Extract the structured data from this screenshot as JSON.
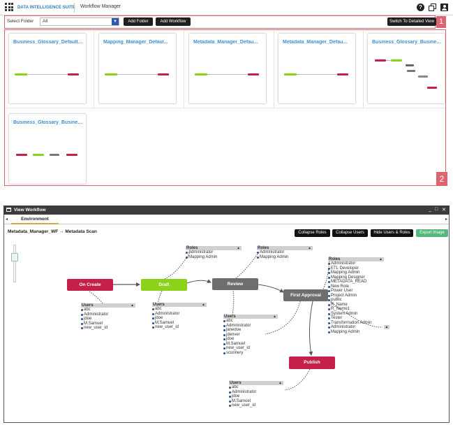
{
  "app": {
    "brand": "DATA INTELLIGENCE SUITE",
    "module": "Workflow Manager",
    "help_glyph": "?"
  },
  "toolbar": {
    "select_folder_label": "Select Folder",
    "folder_value": "All",
    "add_folder": "Add Folder",
    "add_workflow": "Add Workflow",
    "detailed_view": "Switch To Detailed View",
    "marker_1": "1",
    "marker_2": "2"
  },
  "cards": [
    {
      "title": "Business_Glossary_Default_..."
    },
    {
      "title": "Mapping_Manager_Defaul..."
    },
    {
      "title": "Metadata_Manager_Defau..."
    },
    {
      "title": "Metadata_Manager_Defau..."
    },
    {
      "title": "Business_Glossary_Business..."
    },
    {
      "title": "Business_Glossary_Business..."
    }
  ],
  "view_workflow": {
    "title": "View Workflow",
    "win_min": "_",
    "win_max": "□",
    "win_close": "✕",
    "tab_left": "◂",
    "tab_right": "▸",
    "tab": "Environment",
    "path": "Metadata_Manager_WF → Metadata Scan",
    "buttons": {
      "collapse_roles": "Collapse Roles",
      "collapse_users": "Collapse Users",
      "hide_users_roles": "Hide Users & Roles",
      "export_image": "Export Image"
    },
    "nodes": {
      "on_create": "On Create",
      "draft": "Draft",
      "review": "Review",
      "first_approval": "First Approval",
      "publish": "Publish"
    },
    "colors": {
      "on_create": "#c4204a",
      "draft": "#8cd11a",
      "review": "#6e6e6e",
      "first_approval": "#6e6e6e",
      "publish": "#c4204a"
    },
    "panels": {
      "roles_draft": {
        "title": "Roles",
        "items": [
          "Administrator",
          "Mapping Admin"
        ]
      },
      "roles_review": {
        "title": "Roles",
        "items": [
          "Administrator",
          "Mapping Admin"
        ]
      },
      "roles_approval": {
        "title": "Roles",
        "items": [
          "Administrator",
          "ETL Developer",
          "Mapping Admin",
          "Mapping Designer",
          "METADATA_READ",
          "New Role",
          "Power User",
          "Project Admin",
          "public",
          "R_Name",
          "R_Name1",
          "System Admin",
          "Tester",
          "Transformation Admin",
          "Administrator",
          "Mapping Admin"
        ]
      },
      "users_oncreate": {
        "title": "Users",
        "items": [
          "abc",
          "Administrator",
          "jdoe",
          "M.Samuel",
          "new_user_id"
        ]
      },
      "users_draft": {
        "title": "Users",
        "items": [
          "abc",
          "Administrator",
          "jdoe",
          "M.Samuel",
          "new_user_id"
        ]
      },
      "users_review": {
        "title": "Users",
        "items": [
          "abc",
          "Administrator",
          "janedoe",
          "jdenver",
          "jdoe",
          "M.Samuel",
          "new_user_id",
          "sconnery"
        ]
      },
      "users_publish": {
        "title": "Users",
        "items": [
          "abc",
          "Administrator",
          "jdoe",
          "M.Samuel",
          "new_user_id"
        ]
      }
    }
  }
}
